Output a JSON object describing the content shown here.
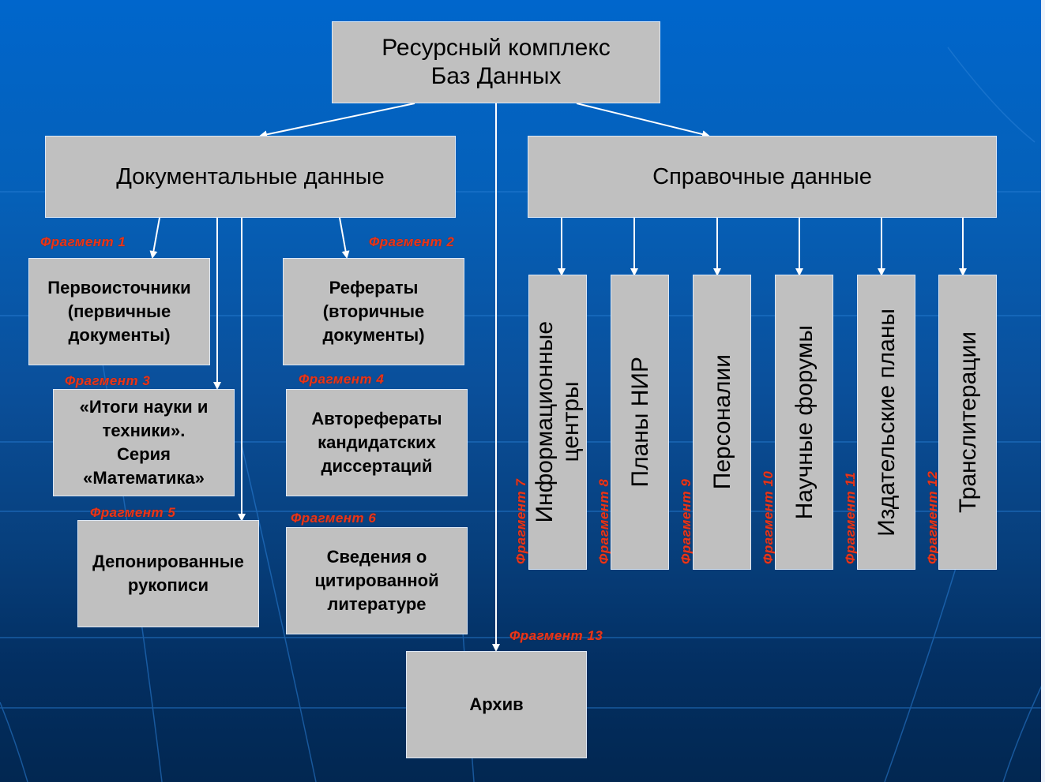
{
  "diagram": {
    "root": {
      "line1": "Ресурсный комплекс",
      "line2": "Баз Данных"
    },
    "groups": {
      "documental": "Документальные данные",
      "reference": "Справочные данные"
    },
    "documental_items": [
      {
        "lines": [
          "Первоисточники",
          "(первичные",
          "документы)"
        ],
        "fragment": "Фрагмент 1"
      },
      {
        "lines": [
          "Рефераты",
          "(вторичные",
          "документы)"
        ],
        "fragment": "Фрагмент 2"
      },
      {
        "lines": [
          "«Итоги науки и",
          "техники».",
          "Серия",
          "«Математика»"
        ],
        "fragment": "Фрагмент 3"
      },
      {
        "lines": [
          "Авторефераты",
          "кандидатских",
          "диссертаций"
        ],
        "fragment": "Фрагмент 4"
      },
      {
        "lines": [
          "Депонированные",
          "рукописи"
        ],
        "fragment": "Фрагмент 5"
      },
      {
        "lines": [
          "Сведения о",
          "цитированной",
          "литературе"
        ],
        "fragment": "Фрагмент 6"
      }
    ],
    "reference_items": [
      {
        "lines": [
          "Информационные",
          "центры"
        ],
        "fragment": "Фрагмент 7"
      },
      {
        "lines": [
          "Планы НИР"
        ],
        "fragment": "Фрагмент 8"
      },
      {
        "lines": [
          "Персоналии"
        ],
        "fragment": "Фрагмент 9"
      },
      {
        "lines": [
          "Научные форумы"
        ],
        "fragment": "Фрагмент 10"
      },
      {
        "lines": [
          "Издательские планы"
        ],
        "fragment": "Фрагмент 11"
      },
      {
        "lines": [
          "Транслитерации"
        ],
        "fragment": "Фрагмент 12"
      }
    ],
    "archive": {
      "label": "Архив",
      "fragment": "Фрагмент 13"
    }
  },
  "colors": {
    "box_fill": "#c0c0c0",
    "fragment_label": "#e8351a",
    "connector": "#ffffff",
    "background_top": "#0066cc",
    "background_bottom": "#022751"
  }
}
